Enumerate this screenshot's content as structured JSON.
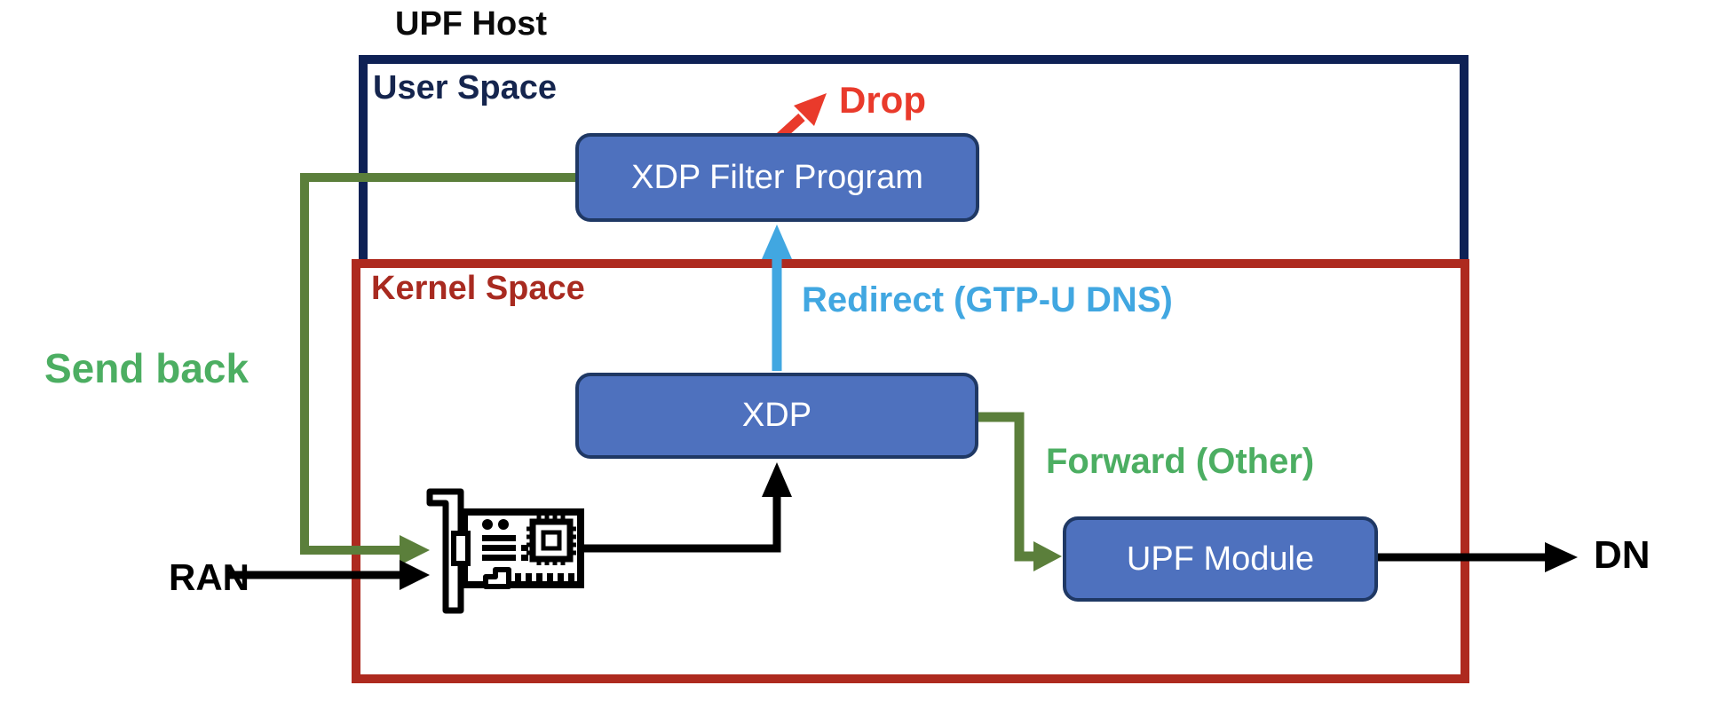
{
  "diagram": {
    "title": "UPF Host",
    "regions": {
      "user_space": {
        "label": "User Space"
      },
      "kernel_space": {
        "label": "Kernel Space"
      }
    },
    "nodes": {
      "xdp_filter": {
        "label": "XDP Filter Program"
      },
      "xdp": {
        "label": "XDP"
      },
      "upf_module": {
        "label": "UPF Module"
      }
    },
    "flows": {
      "drop": {
        "label": "Drop"
      },
      "redirect": {
        "label": "Redirect (GTP-U DNS)"
      },
      "send_back": {
        "label": "Send back"
      },
      "forward": {
        "label": "Forward (Other)"
      }
    },
    "endpoints": {
      "ran": {
        "label": "RAN"
      },
      "dn": {
        "label": "DN"
      }
    },
    "icons": {
      "nic": "network-interface-card-icon"
    },
    "colors": {
      "node_fill": "#4E71BE",
      "node_border": "#1F3864",
      "user_space_border": "#0E2155",
      "kernel_space_border": "#AE2A1F",
      "redirect_blue": "#41A7E1",
      "flow_green_line": "#5B7F3B",
      "flow_green_text": "#4CAE62",
      "drop_red": "#E93A2B",
      "black": "#000000"
    }
  }
}
